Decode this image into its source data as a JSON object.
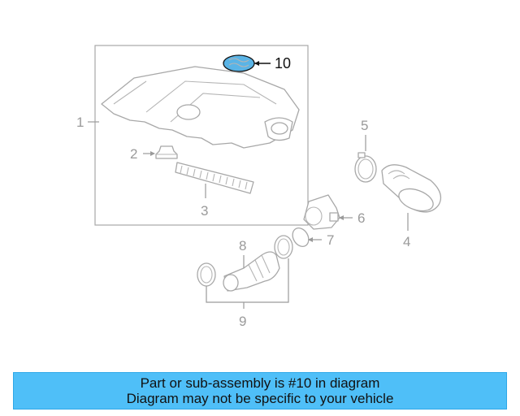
{
  "diagram": {
    "callouts": {
      "c1": "1",
      "c2": "2",
      "c3": "3",
      "c4": "4",
      "c5": "5",
      "c6": "6",
      "c7": "7",
      "c8": "8",
      "c9": "9",
      "c10": "10"
    },
    "highlight_color": "#5ab4e6"
  },
  "banner": {
    "line1": "Part or sub-assembly is #10 in diagram",
    "line2": "Diagram may not be specific to your vehicle",
    "background": "#4fbff8"
  }
}
